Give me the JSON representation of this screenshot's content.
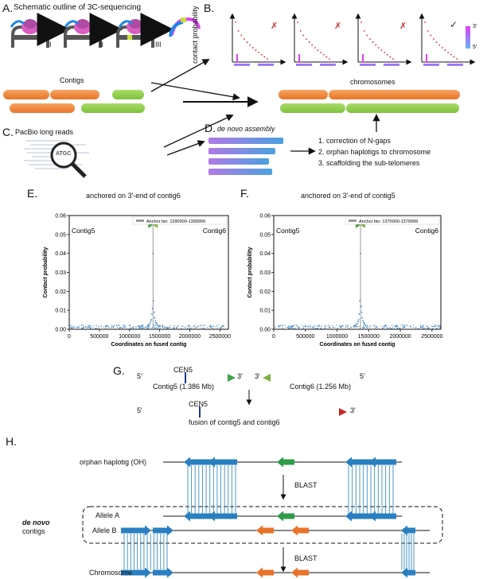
{
  "panelA": {
    "letter": "A.",
    "title": "Schematic outline of 3C-sequencing",
    "steps": [
      "I",
      "II",
      "III"
    ],
    "contigs_label": "Contigs"
  },
  "panelB": {
    "letter": "B.",
    "ylabel": "contact probability",
    "scale_top": "3′",
    "scale_bottom": "5′",
    "cross": "✗",
    "check": "✓",
    "chromosomes_label": "chromosomes"
  },
  "panelC": {
    "letter": "C.",
    "title": "PacBio long reads",
    "magnifier_text": "ATGC"
  },
  "panelD": {
    "letter": "D.",
    "title": "de novo assembly",
    "steps": [
      "1. correction of N-gaps",
      "2. orphan haplotigs to chromosome",
      "3. scaffolding the sub-telomeres"
    ]
  },
  "panelE": {
    "letter": "E.",
    "title": "anchored on 3′-end of contig6",
    "legend": "Anchor bin: 1390000-1399999",
    "left_contig": "Contig5",
    "right_contig": "Contig6",
    "xlabel": "Coordinates on fused contig",
    "ylabel": "Contact probability"
  },
  "panelF": {
    "letter": "F.",
    "title": "anchored on 3′-end of contig5",
    "legend": "Anchor bin: 1370000-1379999",
    "left_contig": "Contig5",
    "right_contig": "Contig6",
    "xlabel": "Coordinates on fused contig",
    "ylabel": "Contact probability"
  },
  "chart_data": [
    {
      "type": "scatter",
      "title": "anchored on 3′-end of contig6",
      "xlabel": "Coordinates on fused contig",
      "ylabel": "Contact probability",
      "xlim": [
        0,
        2640000
      ],
      "ylim": [
        0,
        0.06
      ],
      "xticks": [
        "0",
        "500000",
        "1000000",
        "1500000",
        "2000000",
        "2500000"
      ],
      "yticks": [
        "0.00",
        "0.01",
        "0.02",
        "0.03",
        "0.04",
        "0.05",
        "0.06"
      ],
      "anchor": 1390000,
      "legend": "Anchor bin: 1390000-1399999",
      "points": [
        [
          1390000,
          0.04
        ],
        [
          1400000,
          0.015
        ],
        [
          1380000,
          0.011
        ],
        [
          1410000,
          0.009
        ],
        [
          1370000,
          0.008
        ],
        [
          1420000,
          0.006
        ],
        [
          1360000,
          0.005
        ],
        [
          1430000,
          0.0045
        ],
        [
          1350000,
          0.004
        ],
        [
          1440000,
          0.0035
        ],
        [
          1340000,
          0.003
        ],
        [
          1450000,
          0.003
        ],
        [
          1320000,
          0.0025
        ],
        [
          1470000,
          0.0022
        ],
        [
          1300000,
          0.002
        ],
        [
          1500000,
          0.0018
        ]
      ]
    },
    {
      "type": "scatter",
      "title": "anchored on 3′-end of contig5",
      "xlabel": "Coordinates on fused contig",
      "ylabel": "Contact probability",
      "xlim": [
        0,
        2640000
      ],
      "ylim": [
        0,
        0.06
      ],
      "xticks": [
        "0",
        "500000",
        "1000000",
        "1500000",
        "2000000",
        "2500000"
      ],
      "yticks": [
        "0.00",
        "0.01",
        "0.02",
        "0.03",
        "0.04",
        "0.05",
        "0.06"
      ],
      "anchor": 1370000,
      "legend": "Anchor bin: 1370000-1379999",
      "points": [
        [
          1370000,
          0.04
        ],
        [
          1380000,
          0.012
        ],
        [
          1360000,
          0.015
        ],
        [
          1390000,
          0.009
        ],
        [
          1350000,
          0.008
        ],
        [
          1400000,
          0.006
        ],
        [
          1340000,
          0.005
        ],
        [
          1410000,
          0.0045
        ],
        [
          1330000,
          0.004
        ],
        [
          1420000,
          0.0035
        ],
        [
          1320000,
          0.003
        ],
        [
          1430000,
          0.003
        ],
        [
          1300000,
          0.0025
        ],
        [
          1450000,
          0.0022
        ],
        [
          1280000,
          0.002
        ],
        [
          1480000,
          0.0018
        ]
      ]
    }
  ],
  "panelG": {
    "letter": "G.",
    "cen": "CEN5",
    "five": "5′",
    "three": "3′",
    "contig5": "Contig5 (1.386 Mb)",
    "contig6": "Contig6 (1.256 Mb)",
    "fusion": "fusion of contig5 and contig6"
  },
  "panelH": {
    "letter": "H.",
    "oh": "orphan haplotig (OH)",
    "blast": "BLAST",
    "denovo1": "de novo",
    "denovo2": "contigs",
    "alleleA": "Allele A",
    "alleleB": "Allele B",
    "chromosome": "Chromosome"
  },
  "colors": {
    "orange": "#f08a3c",
    "green": "#8fcf4c",
    "purple": "#a67be0",
    "blue": "#2a7fc0",
    "link": "#3a8cc8"
  }
}
